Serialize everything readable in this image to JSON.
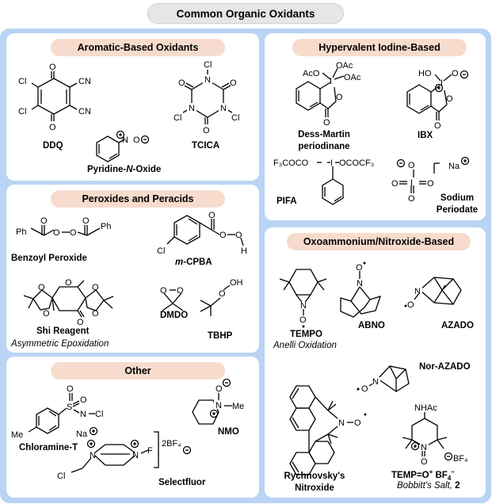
{
  "title": "Common Organic Oxidants",
  "sections": {
    "aromatic": {
      "header": "Aromatic-Based Oxidants",
      "labels": {
        "ddq": "DDQ",
        "pno_a": "Pyridine-",
        "pno_n": "N",
        "pno_b": "-Oxide",
        "tcica": "TCICA"
      }
    },
    "hypervalent": {
      "header": "Hypervalent Iodine-Based",
      "labels": {
        "dmp": "Dess-Martin periodinane",
        "ibx": "IBX",
        "pifa": "PIFA",
        "naio4": "Sodium Periodate"
      }
    },
    "peroxides": {
      "header": "Peroxides and Peracids",
      "labels": {
        "bpo": "Benzoyl Peroxide",
        "mcpba_m": "m",
        "mcpba": "-CPBA",
        "shi": "Shi Reagent",
        "shi_sub": "Asymmetric Epoxidation",
        "dmdo": "DMDO",
        "tbhp": "TBHP"
      }
    },
    "oxoammonium": {
      "header": "Oxoammonium/Nitroxide-Based",
      "labels": {
        "tempo": "TEMPO",
        "tempo_sub": "Anelli Oxidation",
        "abno": "ABNO",
        "azado": "AZADO",
        "norazado": "Nor-AZADO",
        "rych": "Rychnovsky's Nitroxide",
        "bob_a": "TEMP=O",
        "bob_b": " BF",
        "bob_sub_a": "Bobbitt's Salt, ",
        "bob_sub_b": "2"
      }
    },
    "other": {
      "header": "Other",
      "labels": {
        "chloramine": "Chloramine-T",
        "nmo": "NMO",
        "selectfluor": "Selectfluor"
      }
    }
  },
  "atoms": {
    "ddq": [
      "O",
      "O",
      "Cl",
      "Cl",
      "CN",
      "CN"
    ],
    "pno": [
      "N",
      "O"
    ],
    "tcica": [
      "Cl",
      "Cl",
      "Cl",
      "N",
      "N",
      "N",
      "O",
      "O",
      "O"
    ],
    "dmp": [
      "AcO",
      "OAc",
      "OAc",
      "I",
      "O",
      "O"
    ],
    "ibx": [
      "HO",
      "I",
      "O",
      "O",
      "O"
    ],
    "pifa": [
      "F₃COCO",
      "OCOCF₃",
      "I"
    ],
    "naio4": [
      "O",
      "O",
      "O",
      "O",
      "I",
      "Na"
    ],
    "bpo": [
      "Ph",
      "Ph",
      "O",
      "O",
      "O",
      "O"
    ],
    "mcpba": [
      "Cl",
      "O",
      "O",
      "O",
      "H"
    ],
    "shi": [
      "O",
      "O",
      "O",
      "O",
      "O",
      "O"
    ],
    "dmdo": [
      "O",
      "O"
    ],
    "tbhp": [
      "O",
      "OH"
    ],
    "tempo": [
      "N",
      "O"
    ],
    "abno": [
      "N",
      "O"
    ],
    "azado": [
      "N",
      "O"
    ],
    "norazado": [
      "N",
      "O"
    ],
    "rych": [
      "N",
      "O"
    ],
    "bobbitt": [
      "NHAc",
      "N",
      "O",
      "BF₄"
    ],
    "chloramine": [
      "Me",
      "S",
      "O",
      "O",
      "N",
      "Cl",
      "Na"
    ],
    "nmo": [
      "N",
      "O",
      "Me"
    ],
    "selectfluor": [
      "N",
      "N",
      "F",
      "Cl",
      "2BF₄"
    ]
  }
}
